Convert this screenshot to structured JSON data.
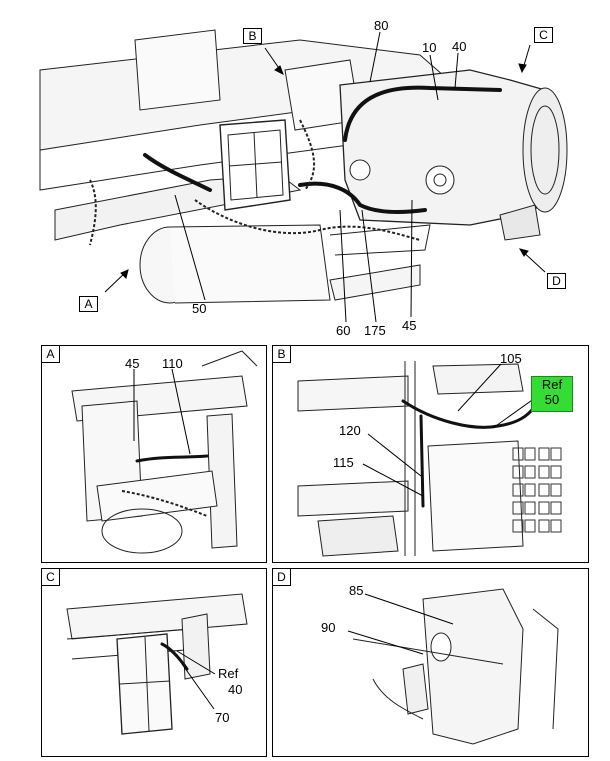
{
  "main_view": {
    "view_tags": [
      "A",
      "B",
      "C",
      "D"
    ],
    "callouts": [
      "80",
      "10",
      "40",
      "50",
      "60",
      "175",
      "45"
    ]
  },
  "detail_a": {
    "tag": "A",
    "callouts": [
      "45",
      "110"
    ]
  },
  "detail_b": {
    "tag": "B",
    "callouts": [
      "105",
      "120",
      "115"
    ],
    "ref": {
      "text": "Ref",
      "number": "50"
    }
  },
  "detail_c": {
    "tag": "C",
    "callouts": [
      "70"
    ],
    "ref": {
      "text": "Ref",
      "number": "40"
    }
  },
  "detail_d": {
    "tag": "D",
    "callouts": [
      "85",
      "90"
    ]
  },
  "colors": {
    "ref_highlight": "#33dd33",
    "line": "#000000"
  }
}
